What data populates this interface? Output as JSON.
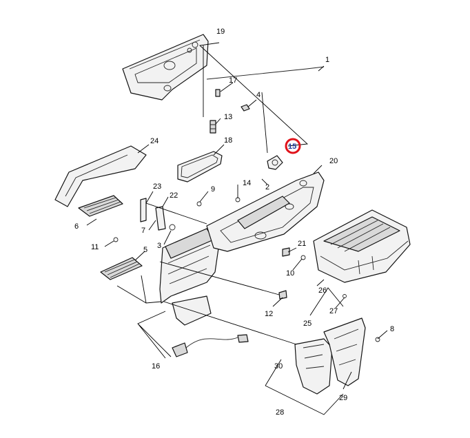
{
  "diagram": {
    "callouts": [
      {
        "id": "c1",
        "label": "1"
      },
      {
        "id": "c2",
        "label": "2"
      },
      {
        "id": "c3",
        "label": "3"
      },
      {
        "id": "c4",
        "label": "4"
      },
      {
        "id": "c5",
        "label": "5"
      },
      {
        "id": "c6",
        "label": "6"
      },
      {
        "id": "c7",
        "label": "7"
      },
      {
        "id": "c8",
        "label": "8"
      },
      {
        "id": "c9",
        "label": "9"
      },
      {
        "id": "c10",
        "label": "10"
      },
      {
        "id": "c11",
        "label": "11"
      },
      {
        "id": "c12",
        "label": "12"
      },
      {
        "id": "c13",
        "label": "13"
      },
      {
        "id": "c14",
        "label": "14"
      },
      {
        "id": "c15",
        "label": "15"
      },
      {
        "id": "c16",
        "label": "16"
      },
      {
        "id": "c17",
        "label": "17"
      },
      {
        "id": "c18",
        "label": "18"
      },
      {
        "id": "c19",
        "label": "19"
      },
      {
        "id": "c20",
        "label": "20"
      },
      {
        "id": "c21",
        "label": "21"
      },
      {
        "id": "c22",
        "label": "22"
      },
      {
        "id": "c23",
        "label": "23"
      },
      {
        "id": "c24",
        "label": "24"
      },
      {
        "id": "c25",
        "label": "25"
      },
      {
        "id": "c26",
        "label": "26"
      },
      {
        "id": "c27",
        "label": "27"
      },
      {
        "id": "c28",
        "label": "28"
      },
      {
        "id": "c29",
        "label": "29"
      },
      {
        "id": "c30",
        "label": "30"
      }
    ],
    "highlighted_callout": "15",
    "colors": {
      "highlight_ring": "#e0121a",
      "highlight_text": "#1a3a9a",
      "line": "#000000"
    }
  }
}
